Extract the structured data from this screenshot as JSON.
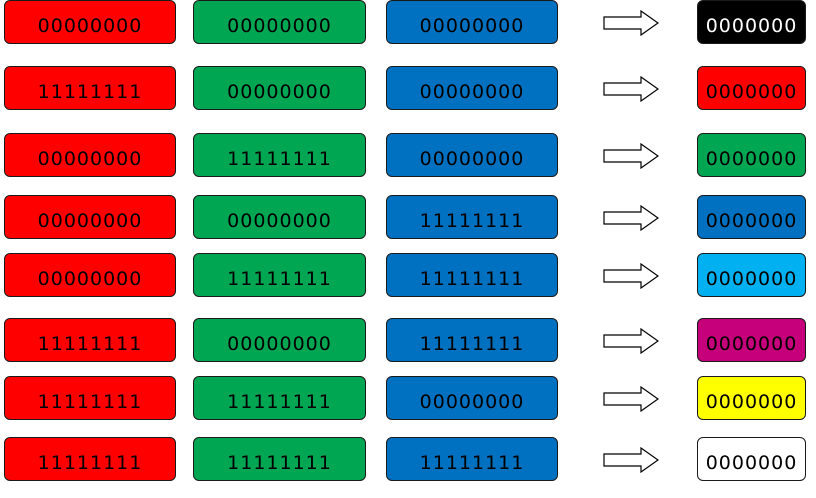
{
  "colors": {
    "red": "#ff0000",
    "green": "#00a651",
    "blue": "#0070c0",
    "black": "#000000",
    "cyan": "#00b0f0",
    "magenta": "#c5007a",
    "yellow": "#ffff00",
    "white": "#ffffff"
  },
  "icons": {
    "arrow": "right-arrow-icon"
  },
  "rows": [
    {
      "r": "00000000",
      "g": "00000000",
      "b": "00000000",
      "result": "0000000",
      "result_color": "#000000",
      "result_text_color": "#ffffff"
    },
    {
      "r": "11111111",
      "g": "00000000",
      "b": "00000000",
      "result": "0000000",
      "result_color": "#ff0000",
      "result_text_color": "#000000"
    },
    {
      "r": "00000000",
      "g": "11111111",
      "b": "00000000",
      "result": "0000000",
      "result_color": "#00a651",
      "result_text_color": "#000000"
    },
    {
      "r": "00000000",
      "g": "00000000",
      "b": "11111111",
      "result": "0000000",
      "result_color": "#0070c0",
      "result_text_color": "#000000"
    },
    {
      "r": "00000000",
      "g": "11111111",
      "b": "11111111",
      "result": "0000000",
      "result_color": "#00b0f0",
      "result_text_color": "#000000"
    },
    {
      "r": "11111111",
      "g": "00000000",
      "b": "11111111",
      "result": "0000000",
      "result_color": "#c5007a",
      "result_text_color": "#000000"
    },
    {
      "r": "11111111",
      "g": "11111111",
      "b": "00000000",
      "result": "0000000",
      "result_color": "#ffff00",
      "result_text_color": "#000000"
    },
    {
      "r": "11111111",
      "g": "11111111",
      "b": "11111111",
      "result": "0000000",
      "result_color": "#ffffff",
      "result_text_color": "#000000"
    }
  ]
}
